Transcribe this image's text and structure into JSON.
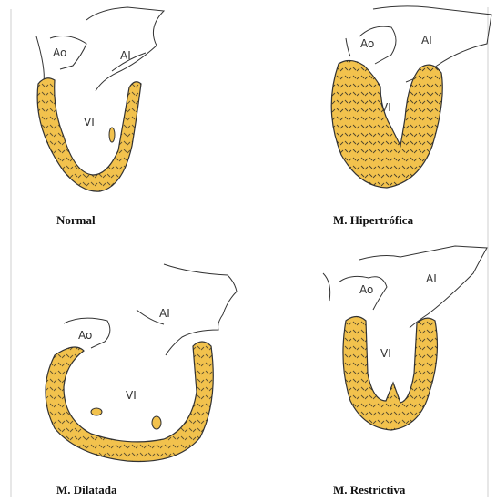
{
  "panels": [
    {
      "caption": "Normal",
      "labels": {
        "aorta": "Ao",
        "atrium": "AI",
        "ventricle": "VI"
      }
    },
    {
      "caption": "M. Hipertrófica",
      "labels": {
        "aorta": "Ao",
        "atrium": "AI",
        "ventricle": "VI"
      }
    },
    {
      "caption": "M. Dilatada",
      "labels": {
        "aorta": "Ao",
        "atrium": "AI",
        "ventricle": "VI"
      }
    },
    {
      "caption": "M. Restrictiva",
      "labels": {
        "aorta": "Ao",
        "atrium": "AI",
        "ventricle": "VI"
      }
    }
  ],
  "colors": {
    "myocardium": "#f2c24d",
    "outline": "#333333",
    "background": "#ffffff",
    "border": "#c8c8c8"
  }
}
